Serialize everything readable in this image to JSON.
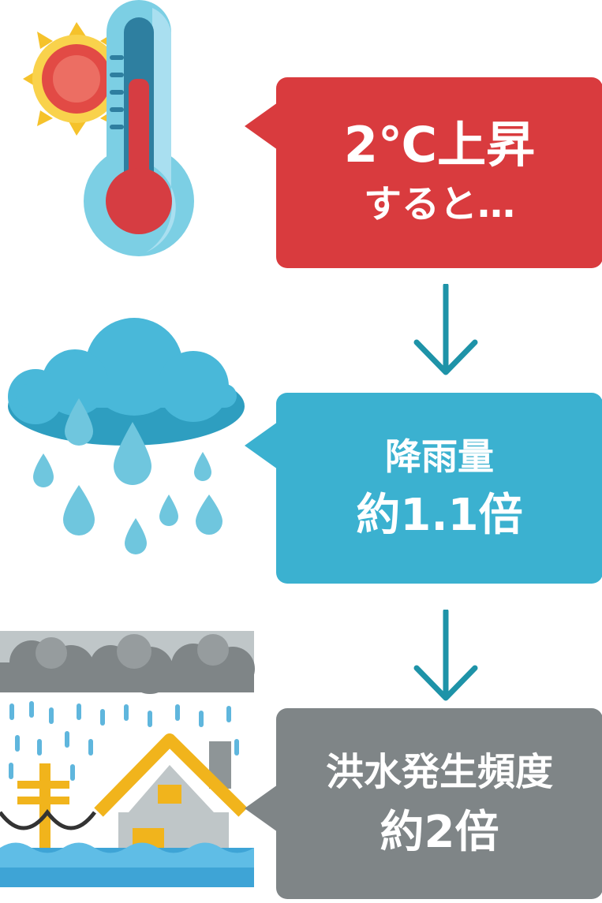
{
  "steps": [
    {
      "line1": "2℃上昇",
      "line2": "すると…",
      "color": "#d93b3e",
      "icon": "thermometer-sun-icon"
    },
    {
      "line1": "降雨量",
      "line2": "約1.1倍",
      "color": "#3bb1d0",
      "icon": "rain-cloud-icon"
    },
    {
      "line1": "洪水発生頻度",
      "line2": "約2倍",
      "color": "#7f8587",
      "icon": "flooded-house-icon"
    }
  ],
  "arrow_color": "#1e93a8"
}
